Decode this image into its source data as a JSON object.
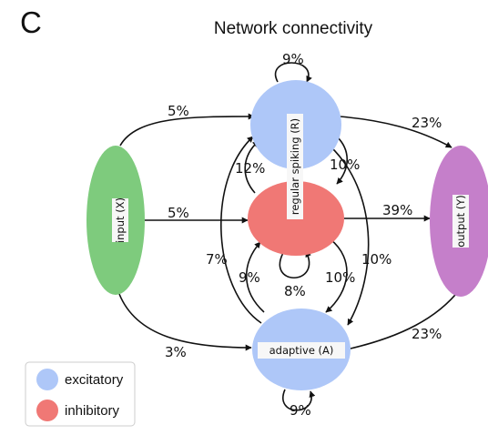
{
  "panel_letter": "C",
  "title": "Network connectivity",
  "colors": {
    "excitatory": "#aec7f8",
    "inhibitory": "#f07875",
    "input": "#7ecb7d",
    "output": "#c57fca",
    "label_bg": "#f7f7f7"
  },
  "nodes": {
    "input": {
      "label": "input (X)",
      "type": "input"
    },
    "regular": {
      "label": "regular spiking (R)",
      "type": "excitatory"
    },
    "inhibitory": {
      "label": "",
      "type": "inhibitory"
    },
    "adaptive": {
      "label": "adaptive (A)",
      "type": "excitatory"
    },
    "output": {
      "label": "output (Y)",
      "type": "output"
    }
  },
  "edges": [
    {
      "from": "input",
      "to": "regular",
      "label": "5%"
    },
    {
      "from": "input",
      "to": "inhibitory",
      "label": "5%"
    },
    {
      "from": "input",
      "to": "adaptive",
      "label": "3%"
    },
    {
      "from": "regular",
      "to": "regular",
      "label": "9%"
    },
    {
      "from": "regular",
      "to": "output",
      "label": "23%"
    },
    {
      "from": "regular",
      "to": "inhibitory",
      "label": "10%"
    },
    {
      "from": "inhibitory",
      "to": "regular",
      "label": "12%"
    },
    {
      "from": "inhibitory",
      "to": "output",
      "label": "39%"
    },
    {
      "from": "adaptive",
      "to": "regular",
      "label": "7%"
    },
    {
      "from": "adaptive",
      "to": "inhibitory",
      "label": "9%"
    },
    {
      "from": "inhibitory",
      "to": "adaptive",
      "label": "10%"
    },
    {
      "from": "inhibitory",
      "to": "inhibitory",
      "label": "8%"
    },
    {
      "from": "regular",
      "to": "adaptive",
      "label": "10%"
    },
    {
      "from": "adaptive",
      "to": "output",
      "label": "23%"
    },
    {
      "from": "adaptive",
      "to": "adaptive",
      "label": "9%"
    }
  ],
  "legend": {
    "items": [
      {
        "label": "excitatory"
      },
      {
        "label": "inhibitory"
      }
    ]
  }
}
